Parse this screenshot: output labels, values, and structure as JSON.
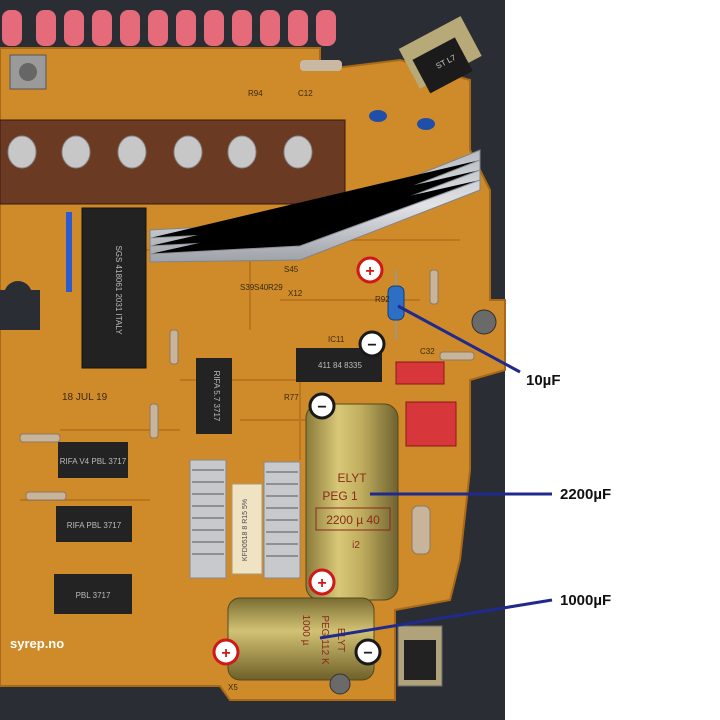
{
  "watermark": "syrep.no",
  "callouts": {
    "c10": "10µF",
    "c2200": "2200µF",
    "c1000": "1000µF"
  },
  "polarity": {
    "plus": "+",
    "minus": "−"
  },
  "capacitor_labels": {
    "big_brand": "ELYT",
    "big_series": "PEG 1",
    "big_value": "2200 µ 40",
    "big_code": "i2",
    "small_series": "PEG 112 K",
    "small_value": "1000 µ",
    "small_brand": "ELYT"
  },
  "chip_labels": {
    "main_ic": "SGS 418061 2031 ITALY",
    "rifa_1": "RIFA 5.7 3717",
    "rifa_2": "RIFA V4 PBL 3717",
    "rifa_3": "RIFA PBL 3717",
    "rifa_4": "PBL 3717",
    "ic11": "411 84 8335",
    "resistor_block": "KFD0518 8 R15 5%",
    "reg": "ST L7"
  },
  "board_labels": {
    "r94": "R94",
    "c12": "C12",
    "r92": "R92",
    "x12": "X12",
    "s45": "S45",
    "s39": "S39",
    "s40": "S40",
    "r29": "R29",
    "ic11": "IC11",
    "c32": "C32",
    "r77": "R77",
    "x5": "X5",
    "stamp": "18 JUL 19"
  },
  "colors": {
    "board": "#cf8a2a",
    "annotation_line": "#1f2a8c",
    "plus_badge": "#d01818",
    "minus_badge": "#1a1a1a"
  }
}
